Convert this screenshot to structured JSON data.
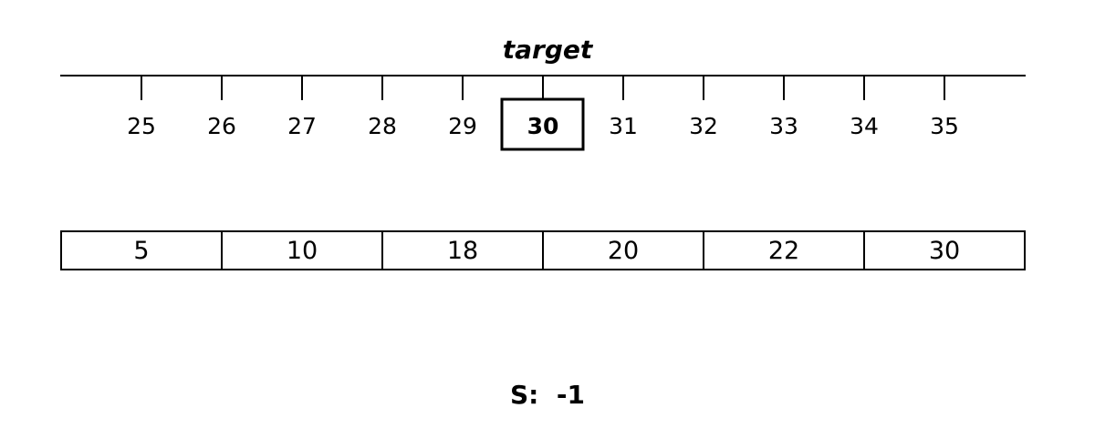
{
  "target_label": "target",
  "number_line": {
    "ticks": [
      "25",
      "26",
      "27",
      "28",
      "29",
      "30",
      "31",
      "32",
      "33",
      "34",
      "35"
    ],
    "highlighted": "30"
  },
  "array": [
    "5",
    "10",
    "18",
    "20",
    "22",
    "30"
  ],
  "result": {
    "label": "S:",
    "value": "-1"
  }
}
